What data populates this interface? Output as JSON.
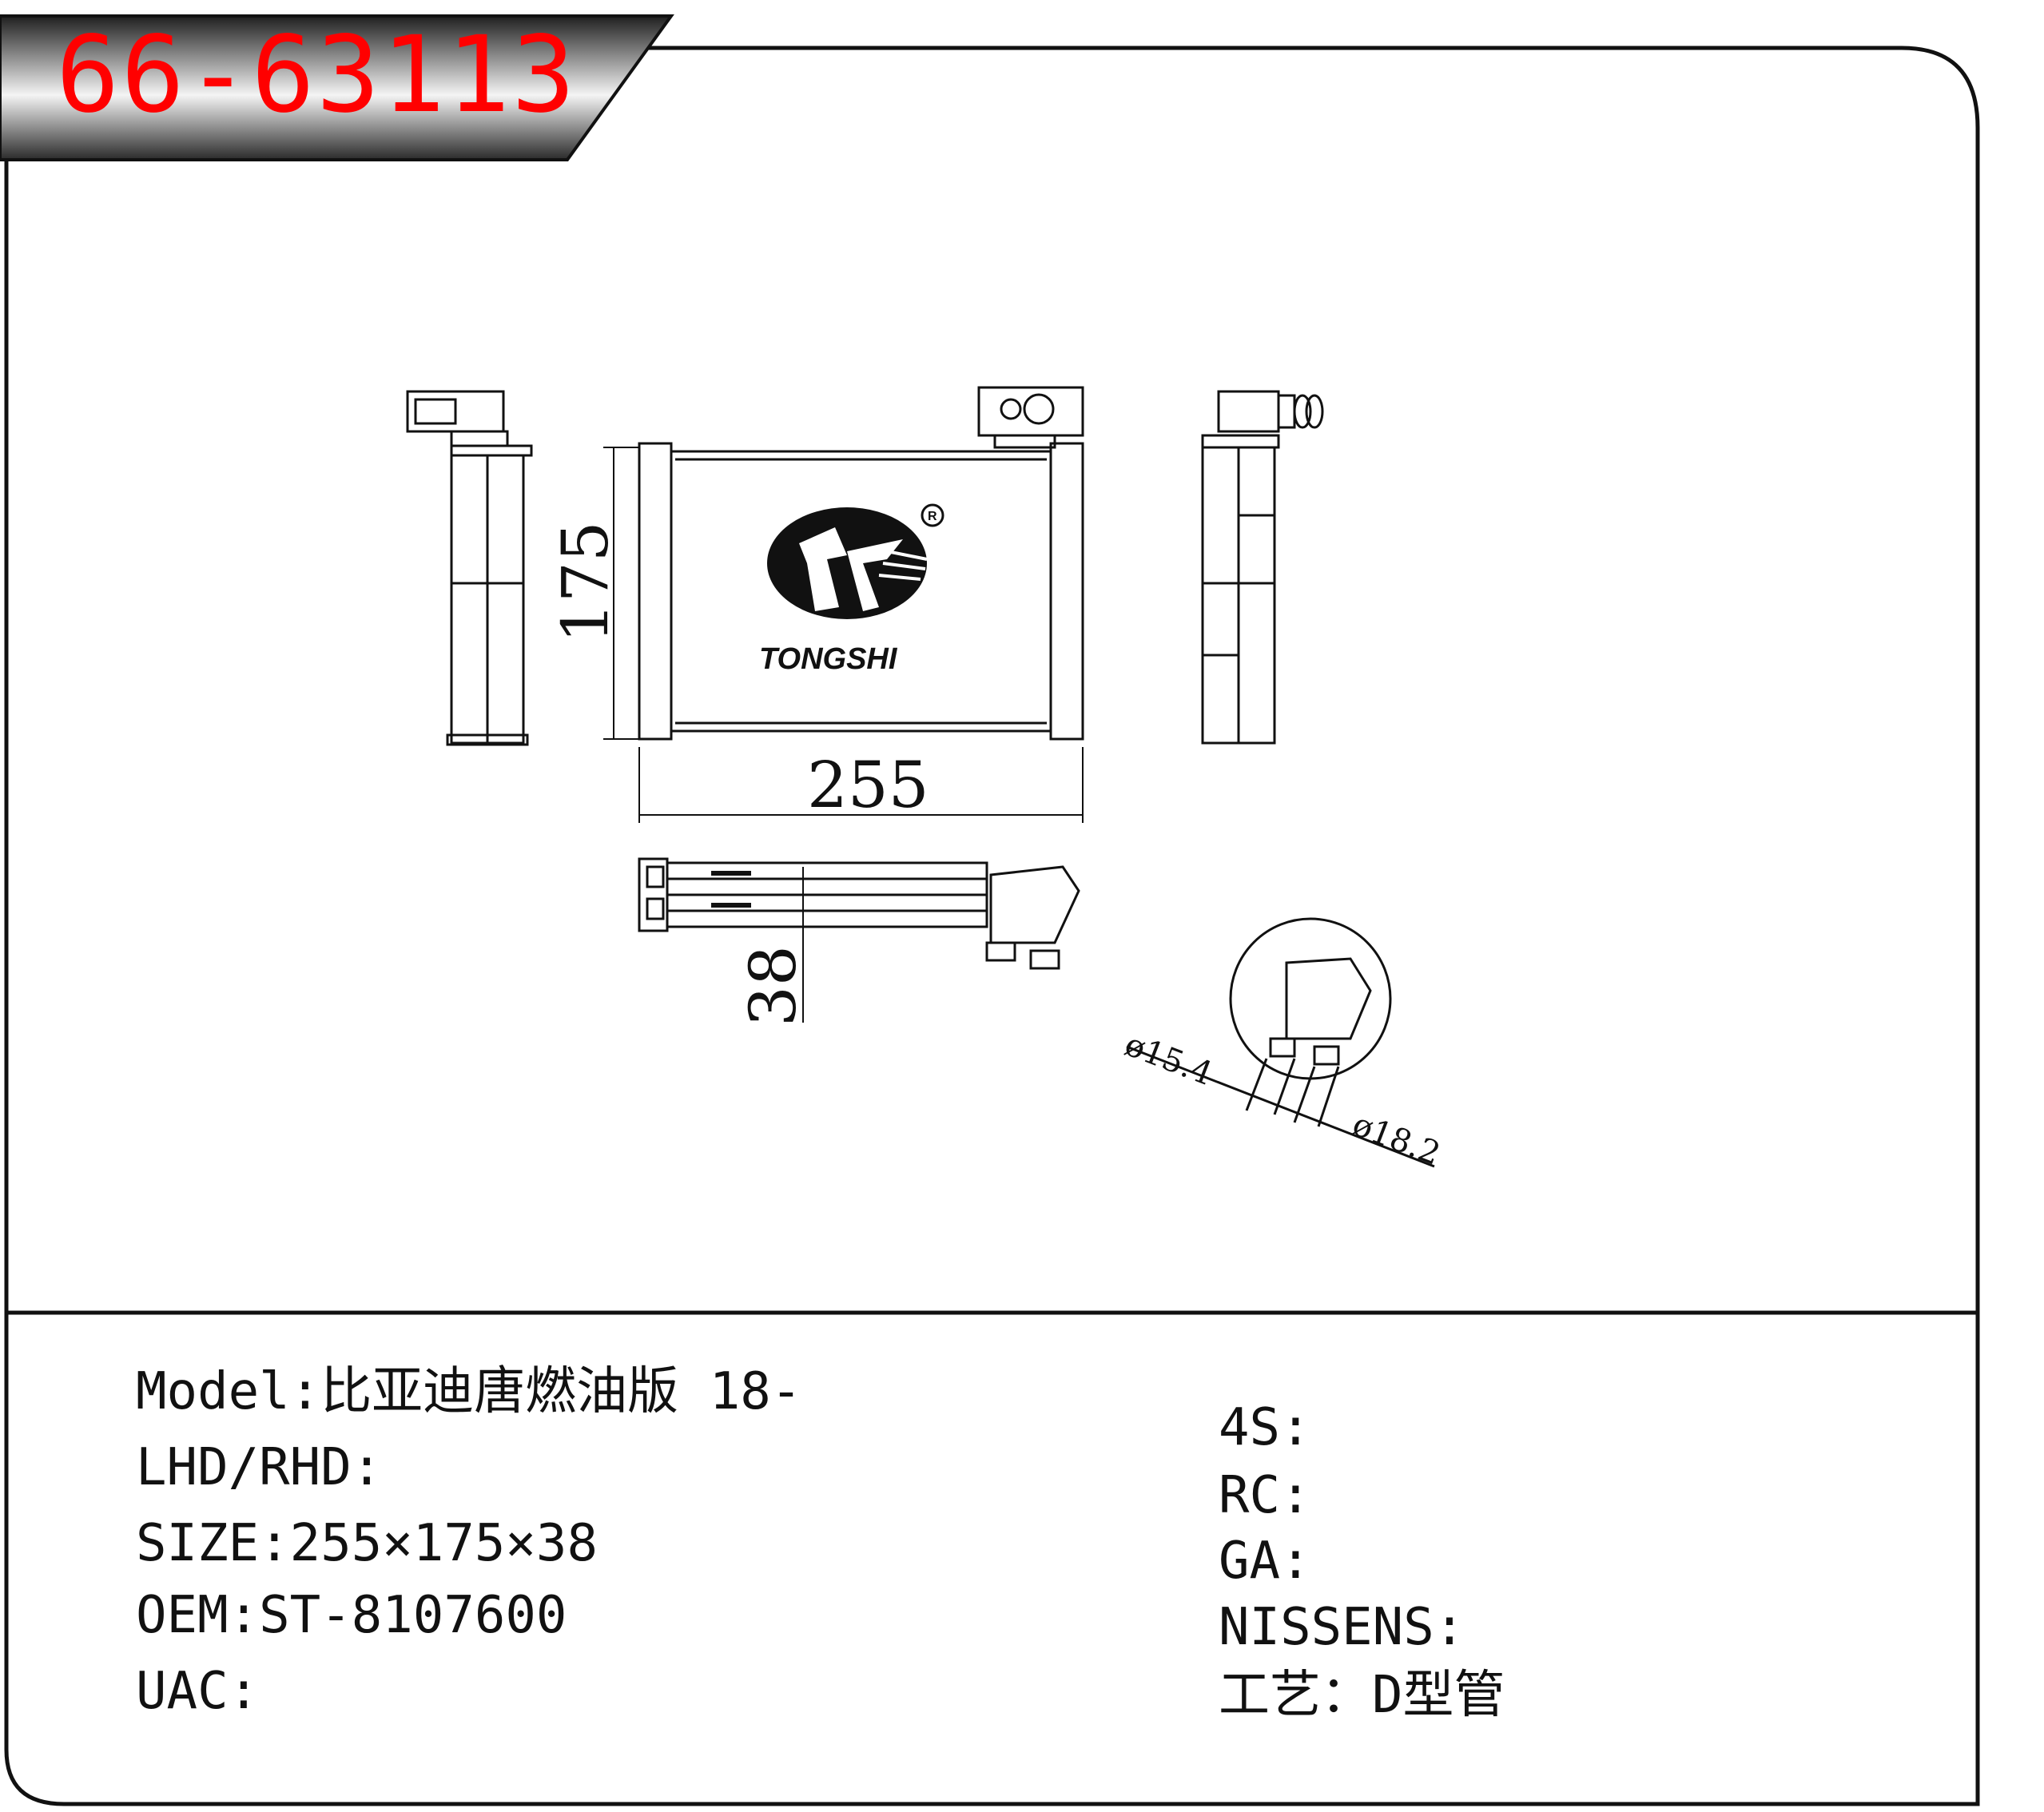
{
  "title": {
    "part_number": "66-63113"
  },
  "drawing": {
    "brand": "TONGSHI",
    "registered_mark": "R",
    "dimensions": {
      "width": "255",
      "height": "175",
      "depth": "38",
      "pipe_diameter_small": "ø15.4",
      "pipe_diameter_large": "ø18.2"
    }
  },
  "specs_left": {
    "model": "Model:比亚迪唐燃油版 18-",
    "lhd_rhd": "LHD/RHD:",
    "size": "SIZE:255×175×38",
    "oem": "OEM:ST-8107600",
    "uac": "UAC:"
  },
  "specs_right": {
    "four_s": "4S:",
    "rc": "RC:",
    "ga": "GA:",
    "nissens": "NISSENS:",
    "process": "工艺：D型管"
  },
  "colors": {
    "title": "#ff0000",
    "line": "#111111",
    "banner_dark": "#2a2a2a",
    "banner_light": "#f2f2f2"
  }
}
